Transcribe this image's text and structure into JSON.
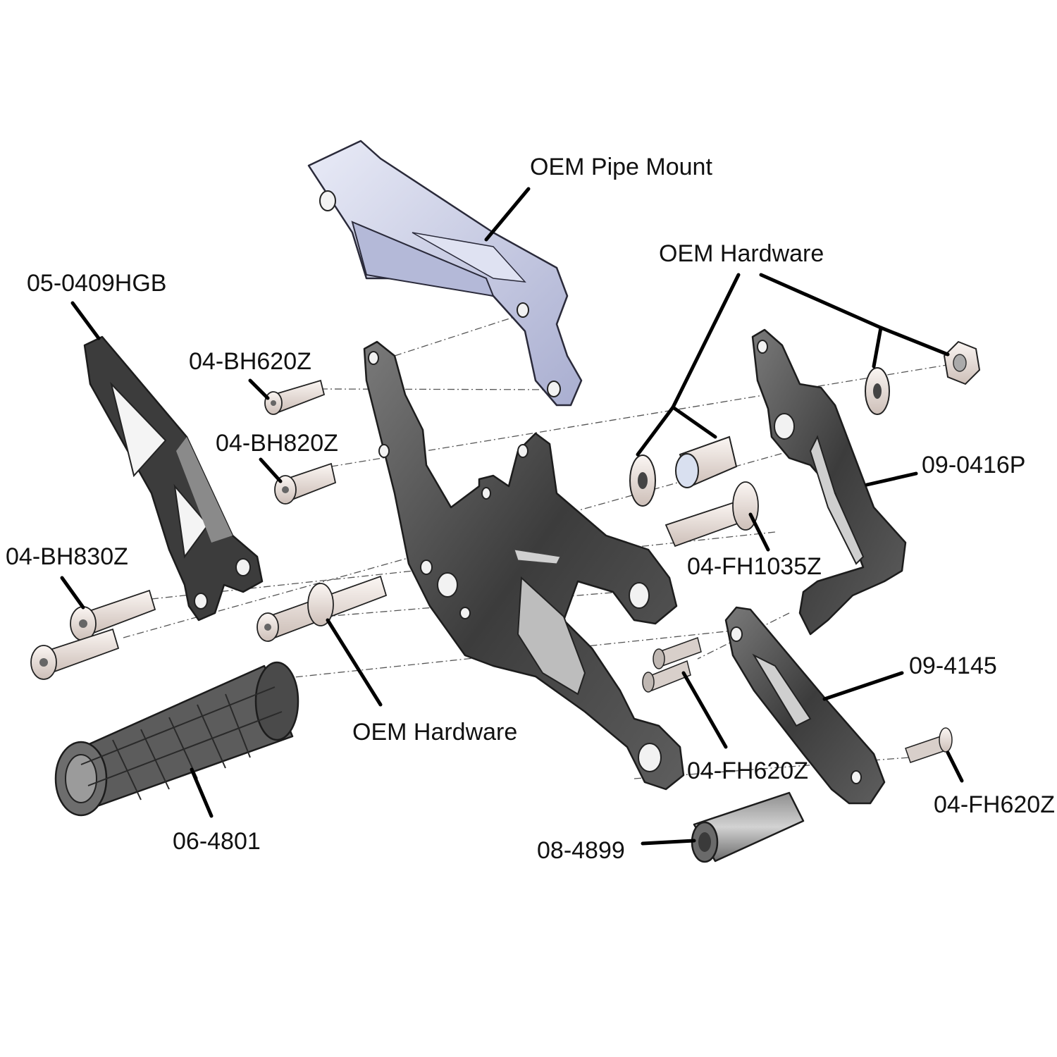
{
  "labels": {
    "oem_pipe_mount": "OEM Pipe Mount",
    "oem_hardware_top": "OEM Hardware",
    "heel_guard": "05-0409HGB",
    "bolt_bh620": "04-BH620Z",
    "bolt_bh820": "04-BH820Z",
    "bolt_bh830": "04-BH830Z",
    "lever_0416p": "09-0416P",
    "bolt_fh1035": "04-FH1035Z",
    "link_4145": "09-4145",
    "oem_hardware_bottom": "OEM Hardware",
    "bolt_fh620_mid": "04-FH620Z",
    "bolt_fh620_right": "04-FH620Z",
    "footpeg_4801": "06-4801",
    "spacer_4899": "08-4899"
  },
  "colors": {
    "part_dark": "#4a4a4a",
    "part_edge": "#8c8c8c",
    "pipe_mount": "#c9cde6",
    "hardware": "#e8dcd6",
    "leader": "#000000"
  }
}
